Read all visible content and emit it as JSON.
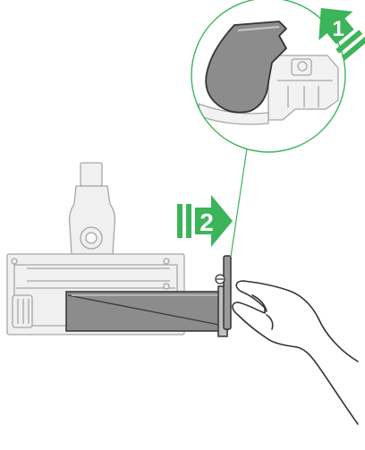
{
  "steps": [
    {
      "number": "1",
      "action": "rotate-release-latch"
    },
    {
      "number": "2",
      "action": "slide-out-brush-bar"
    }
  ],
  "icons": [
    "step-1-arrow-icon",
    "step-2-arrow-icon",
    "hand-icon",
    "magnifier-callout"
  ],
  "colors": {
    "accent": "#3cb45a",
    "part_fill": "#8c8c8c",
    "part_light": "#eeeeee",
    "outline": "#9a9a9a",
    "line": "#333333"
  }
}
